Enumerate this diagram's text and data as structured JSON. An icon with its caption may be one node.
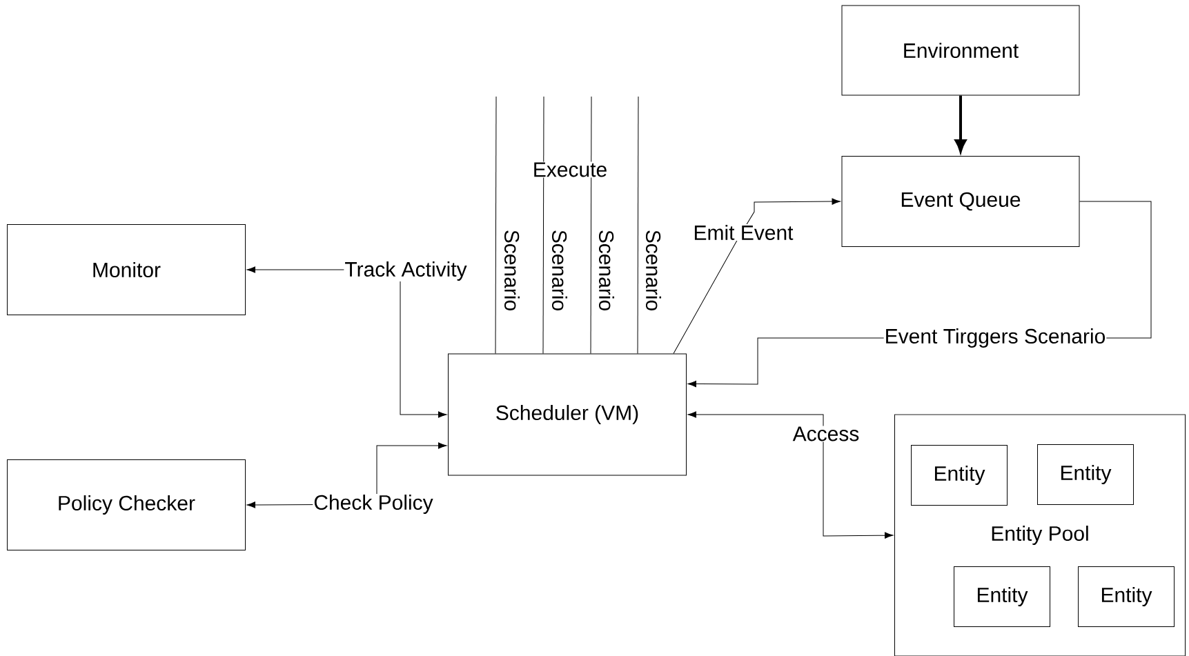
{
  "diagram": {
    "nodes": [
      {
        "text": [
          "Environment"
        ]
      },
      {
        "text": [
          "Event Queue"
        ]
      },
      {
        "text": [
          "Monitor"
        ]
      },
      {
        "text": [
          "Scheduler (VM)"
        ]
      },
      {
        "text": [
          "Policy Checker"
        ]
      },
      {
        "text": [
          "Entity Pool"
        ]
      },
      {
        "text": [
          "Entity"
        ],
        "in": 5
      },
      {
        "text": [
          "Entity"
        ],
        "in": 5
      },
      {
        "text": [
          "Entity"
        ],
        "in": 5
      },
      {
        "text": [
          "Entity"
        ],
        "in": 5
      }
    ],
    "edges": [
      {
        "from": 0,
        "to": 1,
        "arrow": "to",
        "style": "thick"
      },
      {
        "from": 3,
        "to": 2,
        "arrow": "both",
        "label": "Track Activity"
      },
      {
        "from": 3,
        "to": 4,
        "arrow": "both",
        "label": "Check Policy"
      },
      {
        "from": 3,
        "to": 1,
        "arrow": "to",
        "label": "Emit Event"
      },
      {
        "from": 1,
        "to": 3,
        "arrow": "to",
        "label": "Event Tirggers Scenario"
      },
      {
        "from": 3,
        "to": 5,
        "arrow": "both",
        "label": "Access"
      },
      {
        "from": null,
        "to": 3,
        "arrow": "none",
        "label": "Scenario"
      },
      {
        "from": null,
        "to": 3,
        "arrow": "none",
        "label": "Scenario"
      },
      {
        "from": null,
        "to": 3,
        "arrow": "none",
        "label": "Scenario"
      },
      {
        "from": null,
        "to": 3,
        "arrow": "none",
        "label": "Scenario"
      }
    ],
    "labels": [
      "Execute"
    ]
  }
}
